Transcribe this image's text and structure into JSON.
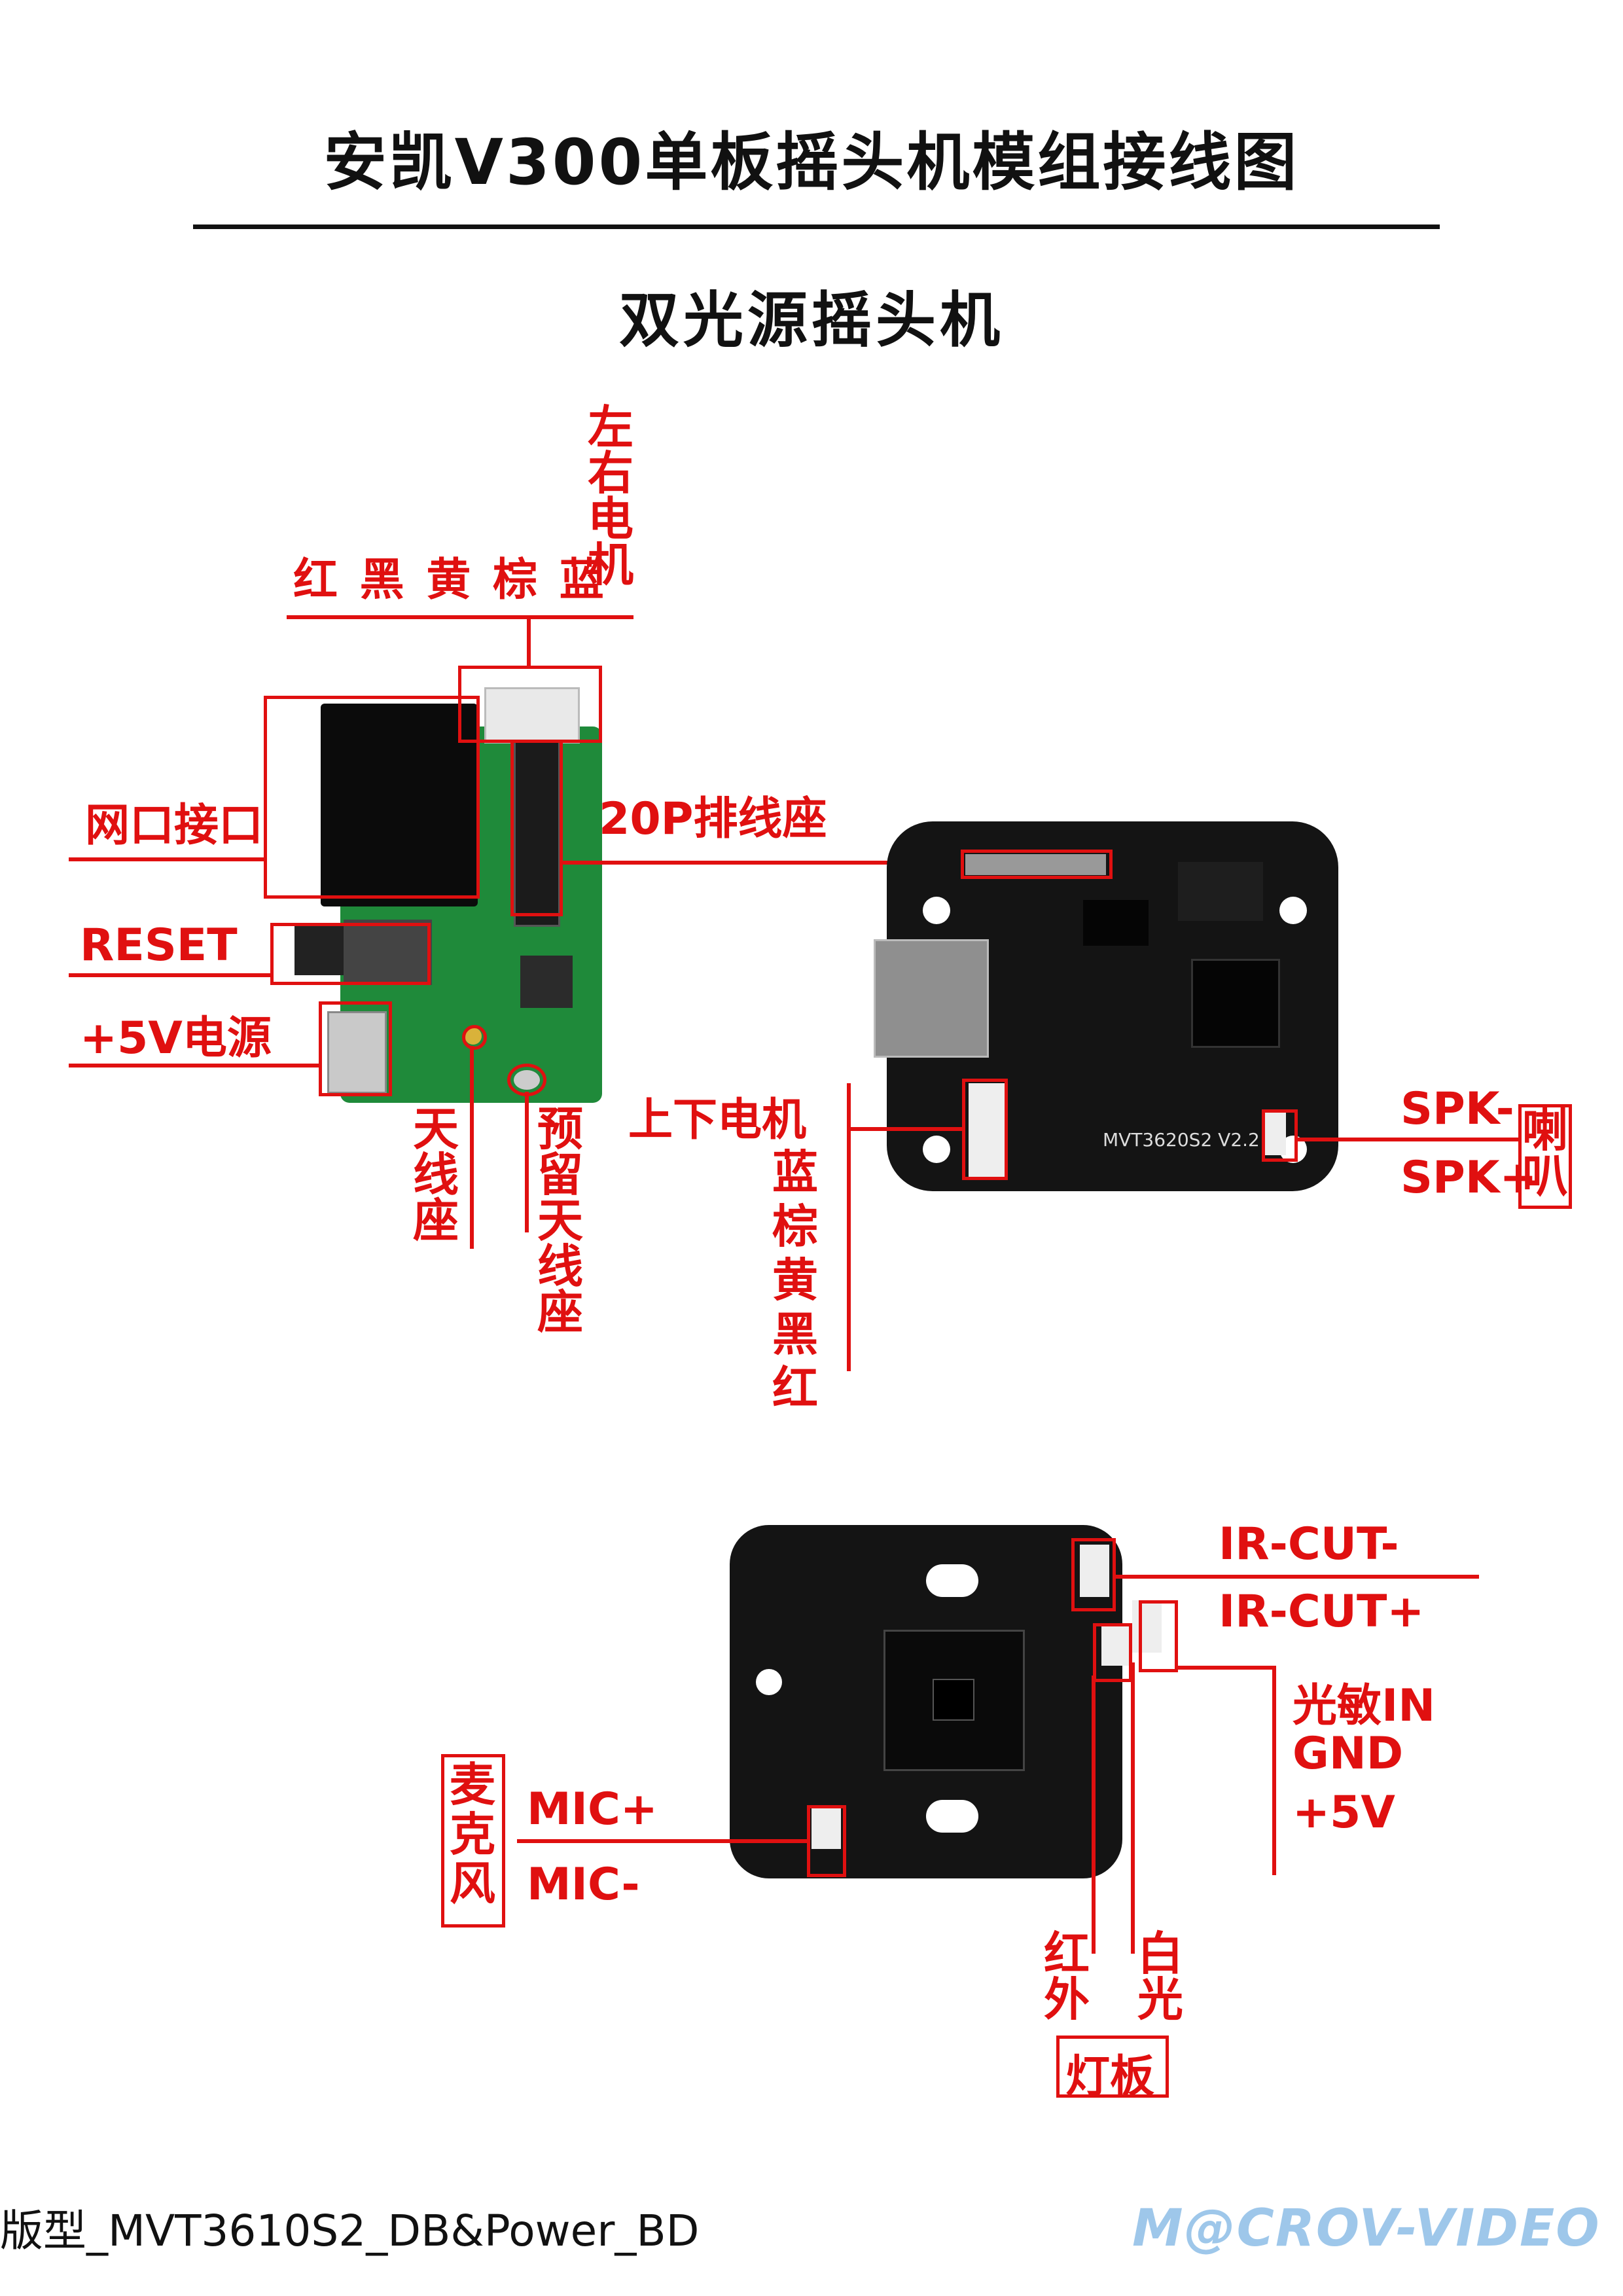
{
  "title": "安凯V300单板摇头机模组接线图",
  "subtitle": "双光源摇头机",
  "board1": {
    "motor_lr": "左右电机",
    "motor_colors": "红 黑 黄 棕 蓝",
    "ethernet": "网口接口",
    "flat_cable": "20P排线座",
    "reset": "RESET",
    "power": "+5V电源",
    "antenna": "天线座",
    "reserved_antenna": "预留天线座"
  },
  "board2": {
    "motor_ud": "上下电机",
    "motor_colors_v": "蓝棕黄黑红",
    "spk_minus": "SPK-",
    "spk_plus": "SPK+",
    "speaker": "喇叭",
    "model": "MVT3620S2 V2.2"
  },
  "board3": {
    "ircut_minus": "IR-CUT-",
    "ircut_plus": "IR-CUT+",
    "light_in": "光敏IN",
    "gnd": "GND",
    "v5": "+5V",
    "mic_plus": "MIC+",
    "mic_minus": "MIC-",
    "mic": "麦克风",
    "ir": "红外",
    "white": "白光",
    "lamp_board": "灯板"
  },
  "footer": "版型_MVT3610S2_DB&Power_BD",
  "logo": "M@CROV-VIDEO"
}
